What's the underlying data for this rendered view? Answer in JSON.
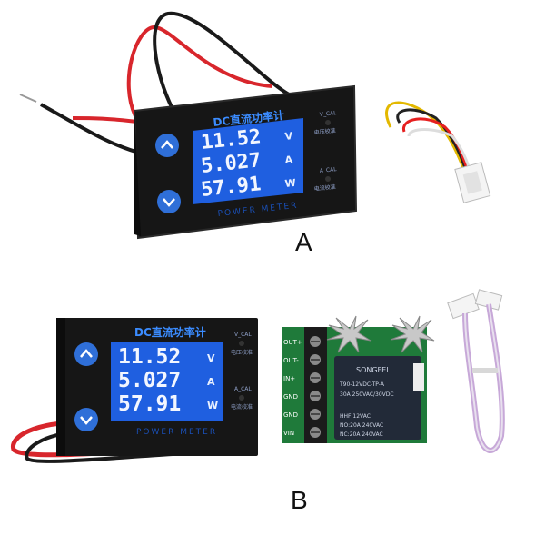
{
  "meter": {
    "title": "DC直流功率计",
    "voltage": "11.52",
    "current": "5.027",
    "power": "57.91",
    "unit_v": "V",
    "unit_a": "A",
    "unit_w": "W",
    "label": "POWER METER",
    "v_cal": "V_CAL",
    "v_cal_cn": "电压校准",
    "a_cal": "A_CAL",
    "a_cal_cn": "电流校准"
  },
  "relay_board": {
    "terminals": [
      "OUT+",
      "OUT-",
      "IN+",
      "GND",
      "GND",
      "VIN"
    ],
    "relay_brand": "SONGFEI",
    "relay_model": "T90-12VDC-TP-A",
    "relay_rating_1": "30A 250VAC/30VDC",
    "relay_rating_2": "HHF 12VAC",
    "relay_rating_3": "NO:20A 240VAC",
    "relay_rating_4": "NC:20A 240VAC"
  },
  "captions": {
    "a": "A",
    "b": "B"
  },
  "colors": {
    "screen_blue": "#1f5fe0",
    "bezel": "#161616",
    "pcb_green": "#1f7a3a",
    "button_blue": "#2f6fd8"
  }
}
